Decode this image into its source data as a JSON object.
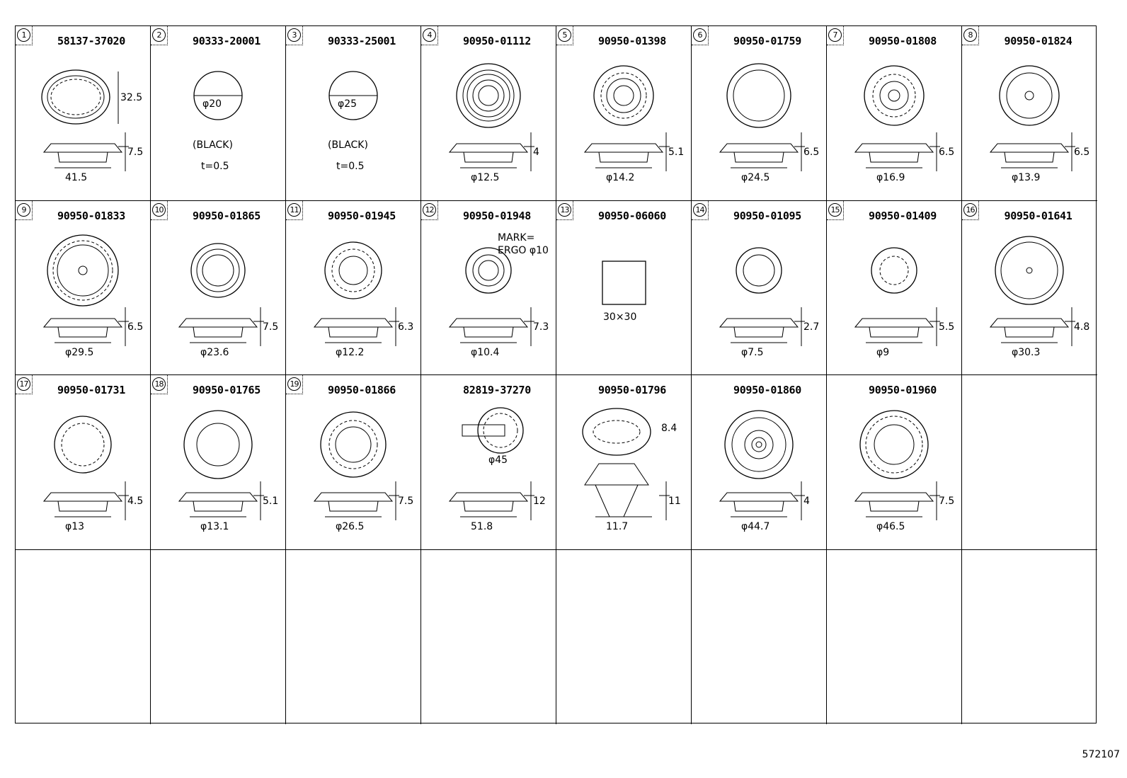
{
  "footer_code": "572107",
  "cells": [
    {
      "no": "1",
      "part_no": "58137-37020",
      "shape": "oval",
      "top_dim": "32.5",
      "height": "7.5",
      "diameter": "41.5"
    },
    {
      "no": "2",
      "part_no": "90333-20001",
      "shape": "disc",
      "center_label": "φ20",
      "note1": "(BLACK)",
      "note2": "t=0.5"
    },
    {
      "no": "3",
      "part_no": "90333-25001",
      "shape": "disc",
      "center_label": "φ25",
      "note1": "(BLACK)",
      "note2": "t=0.5"
    },
    {
      "no": "4",
      "part_no": "90950-01112",
      "shape": "grommet",
      "height": "4",
      "diameter": "φ12.5"
    },
    {
      "no": "5",
      "part_no": "90950-01398",
      "shape": "grommet",
      "height": "5.1",
      "diameter": "φ14.2"
    },
    {
      "no": "6",
      "part_no": "90950-01759",
      "shape": "grommet",
      "height": "6.5",
      "diameter": "φ24.5"
    },
    {
      "no": "7",
      "part_no": "90950-01808",
      "shape": "grommet",
      "height": "6.5",
      "diameter": "φ16.9"
    },
    {
      "no": "8",
      "part_no": "90950-01824",
      "shape": "grommet",
      "height": "6.5",
      "diameter": "φ13.9"
    },
    {
      "no": "9",
      "part_no": "90950-01833",
      "shape": "grommet",
      "height": "6.5",
      "diameter": "φ29.5"
    },
    {
      "no": "10",
      "part_no": "90950-01865",
      "shape": "grommet",
      "height": "7.5",
      "diameter": "φ23.6"
    },
    {
      "no": "11",
      "part_no": "90950-01945",
      "shape": "grommet",
      "height": "6.3",
      "diameter": "φ12.2"
    },
    {
      "no": "12",
      "part_no": "90950-01948",
      "shape": "grommet",
      "height": "7.3",
      "diameter": "φ10.4",
      "mark1": "MARK=",
      "mark2": "ERGO φ10"
    },
    {
      "no": "13",
      "part_no": "90950-06060",
      "shape": "square",
      "center_label": "30×30"
    },
    {
      "no": "14",
      "part_no": "90950-01095",
      "shape": "grommet",
      "height": "2.7",
      "diameter": "φ7.5"
    },
    {
      "no": "15",
      "part_no": "90950-01409",
      "shape": "grommet",
      "height": "5.5",
      "diameter": "φ9"
    },
    {
      "no": "16",
      "part_no": "90950-01641",
      "shape": "grommet",
      "height": "4.8",
      "diameter": "φ30.3"
    },
    {
      "no": "17",
      "part_no": "90950-01731",
      "shape": "grommet",
      "height": "4.5",
      "diameter": "φ13"
    },
    {
      "no": "18",
      "part_no": "90950-01765",
      "shape": "grommet",
      "height": "5.1",
      "diameter": "φ13.1"
    },
    {
      "no": "19",
      "part_no": "90950-01866",
      "shape": "grommet",
      "height": "7.5",
      "diameter": "φ26.5"
    },
    {
      "no": "",
      "part_no": "82819-37270",
      "shape": "hose",
      "top_dim": "φ45",
      "height": "12",
      "diameter": "51.8"
    },
    {
      "no": "",
      "part_no": "90950-01796",
      "shape": "clip",
      "top_dim": "8.4",
      "height": "11",
      "diameter": "11.7"
    },
    {
      "no": "",
      "part_no": "90950-01860",
      "shape": "grommet",
      "height": "4",
      "diameter": "φ44.7"
    },
    {
      "no": "",
      "part_no": "90950-01960",
      "shape": "grommet",
      "height": "7.5",
      "diameter": "φ46.5"
    },
    {
      "no": "",
      "part_no": "",
      "shape": "empty"
    }
  ]
}
